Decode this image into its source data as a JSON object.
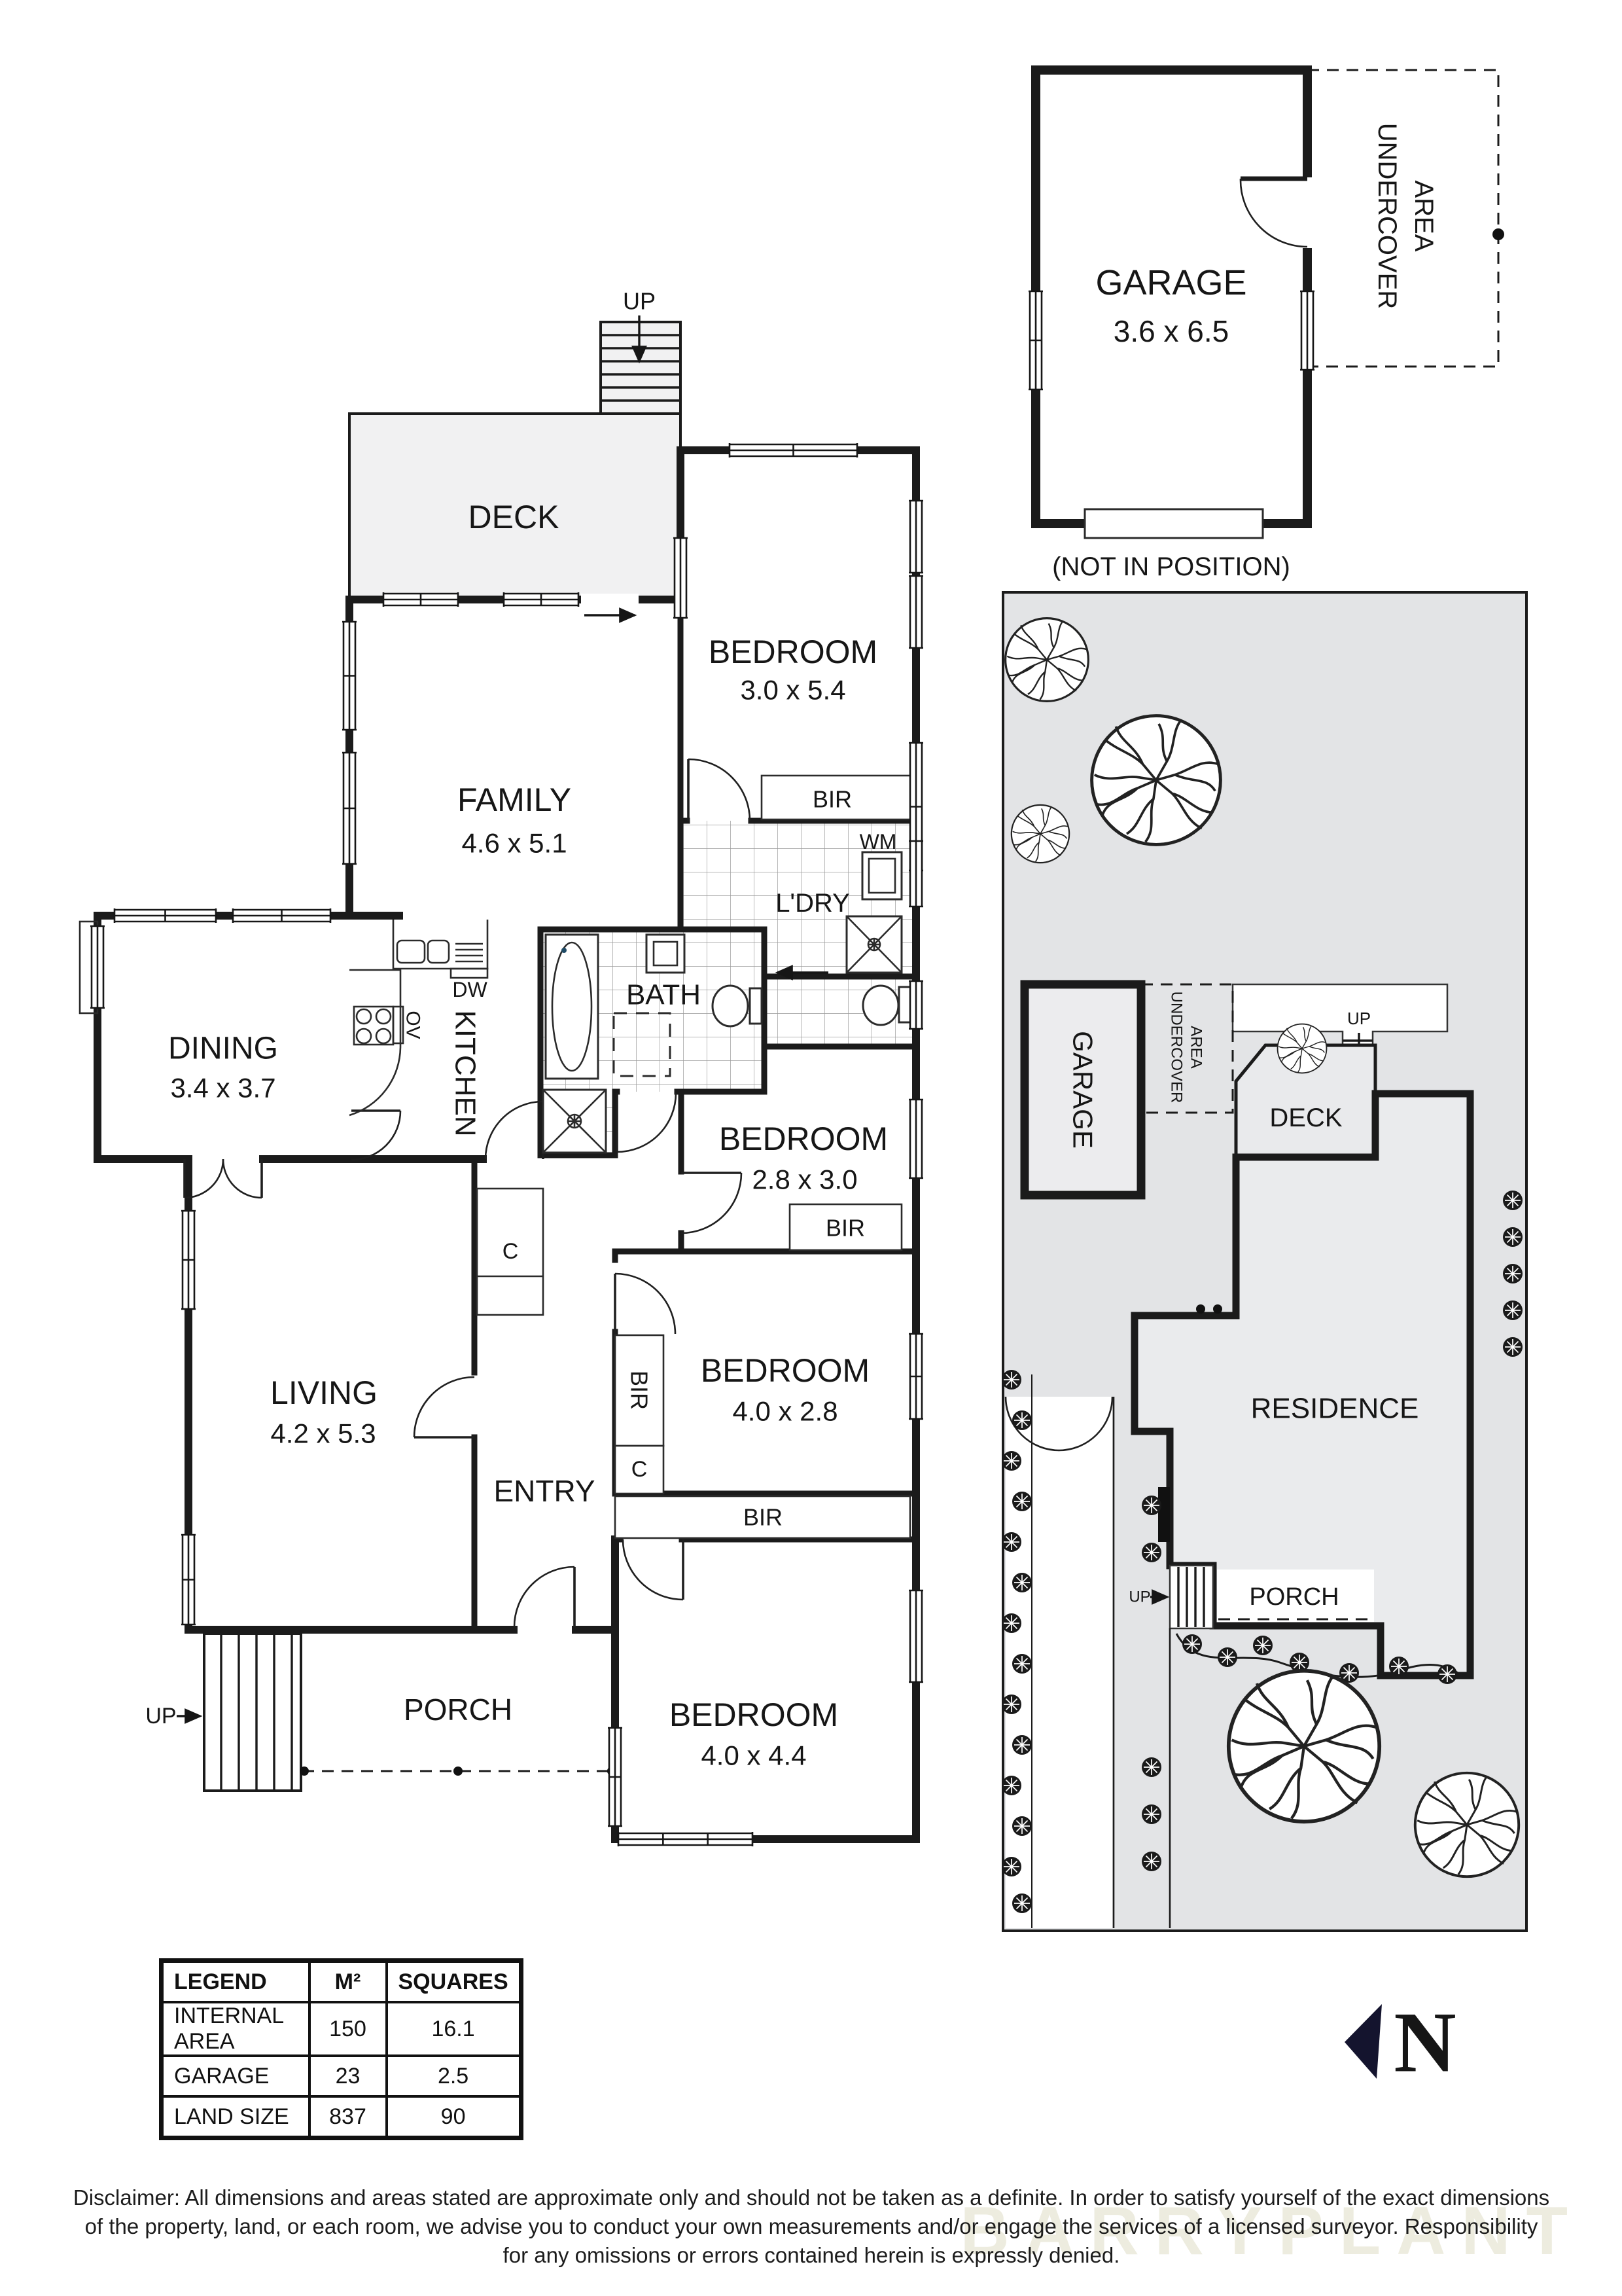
{
  "labels": {
    "up": "UP",
    "bir": "BIR",
    "c": "C",
    "wm": "WM",
    "dw": "DW",
    "ov": "OV"
  },
  "main_plan": {
    "deck": {
      "label": "DECK"
    },
    "family": {
      "label": "FAMILY",
      "dims": "4.6 x 5.1"
    },
    "bedroom1": {
      "label": "BEDROOM",
      "dims": "3.0 x 5.4"
    },
    "laundry": {
      "label": "L'DRY"
    },
    "bath": {
      "label": "BATH"
    },
    "kitchen": {
      "label": "KITCHEN"
    },
    "dining": {
      "label": "DINING",
      "dims": "3.4 x 3.7"
    },
    "bedroom2": {
      "label": "BEDROOM",
      "dims": "2.8 x 3.0"
    },
    "living": {
      "label": "LIVING",
      "dims": "4.2 x 5.3"
    },
    "entry": {
      "label": "ENTRY"
    },
    "bedroom3": {
      "label": "BEDROOM",
      "dims": "4.0 x 2.8"
    },
    "bedroom4": {
      "label": "BEDROOM",
      "dims": "4.0 x 4.4"
    },
    "porch": {
      "label": "PORCH"
    }
  },
  "garage_plan": {
    "name": "GARAGE",
    "dims": "3.6 x 6.5",
    "undercover": "UNDERCOVER",
    "area": "AREA",
    "note": "(NOT IN POSITION)"
  },
  "site_plan": {
    "garage": "GARAGE",
    "undercover": "UNDERCOVER",
    "area": "AREA",
    "deck": "DECK",
    "residence": "RESIDENCE",
    "porch": "PORCH"
  },
  "legend": {
    "title": "LEGEND",
    "col_m2": "M²",
    "col_squares": "SQUARES",
    "rows": [
      {
        "label": "INTERNAL AREA",
        "m2": "150",
        "squares": "16.1"
      },
      {
        "label": "GARAGE",
        "m2": "23",
        "squares": "2.5"
      },
      {
        "label": "LAND SIZE",
        "m2": "837",
        "squares": "90"
      }
    ]
  },
  "north": {
    "letter": "N"
  },
  "watermark": "BARRYPLANT",
  "disclaimer": {
    "line1": "Disclaimer: All dimensions and areas stated are approximate only and should not be taken as a definite. In order to satisfy yourself of the exact dimensions",
    "line2": "of the property, land, or each room, we advise you to conduct your own measurements and/or engage the services of a licensed surveyor. Responsibility",
    "line3": "for any omissions or errors contained herein is expressly denied."
  },
  "colors": {
    "wall": "#1b1b1b",
    "deck_fill": "#f1f1f2",
    "lawn": "#e3e4e6",
    "building_fill": "#eaebed",
    "watermark": "#edecdf",
    "north": "#14142e"
  }
}
